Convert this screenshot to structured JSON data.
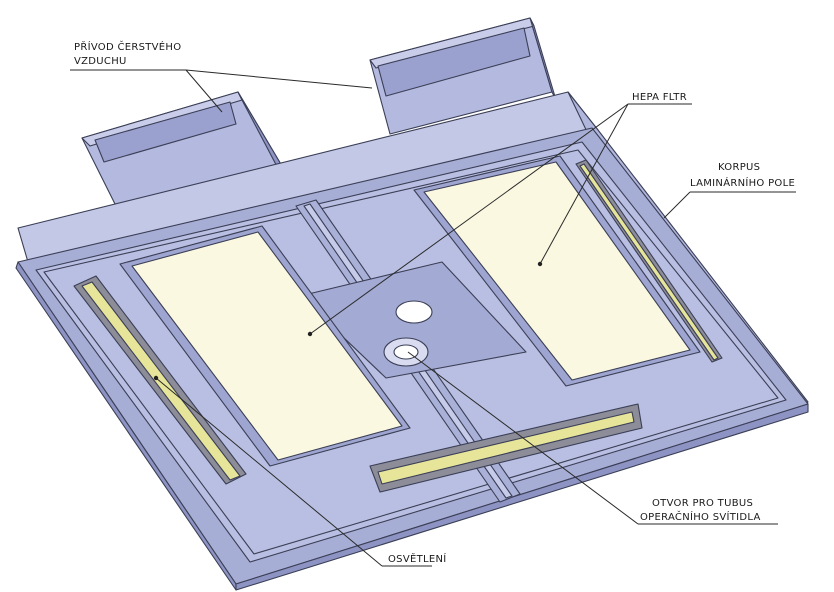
{
  "labels": {
    "fresh_air_line1": "PŘÍVOD ČERSTVÉHO",
    "fresh_air_line2": "VZDUCHU",
    "hepa": "HEPA FLTR",
    "body_line1": "KORPUS",
    "body_line2": "LAMINÁRNÍHO POLE",
    "opening_line1": "OTVOR PRO TUBUS",
    "opening_line2": "OPERAČNÍHO SVÍTIDLA",
    "lighting": "OSVĚTLENÍ"
  },
  "colors": {
    "frame_face": "#a7aed6",
    "frame_light": "#c3c8e6",
    "frame_dark": "#8d94c4",
    "panel": "#b9bfe2",
    "filter": "#fbf8e1",
    "lamp_tube": "#e6e59a",
    "lamp_body": "#8d8d99"
  }
}
